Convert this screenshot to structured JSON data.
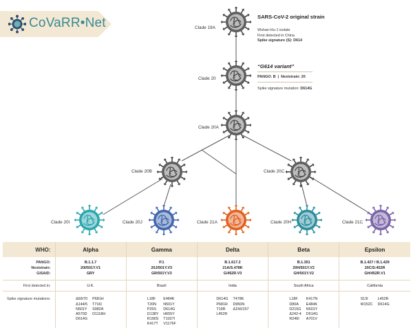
{
  "logo": {
    "text": "CoVaRR•Net"
  },
  "original": {
    "title": "SARS-CoV-2 original strain",
    "lines": [
      "Wuhan-Hu-1 isolate",
      "First detected in China",
      "Spike signature (S): D614"
    ],
    "clade": "Clade 19A"
  },
  "g614": {
    "title": "“G614 variant”",
    "pango_label": "PANGO: B",
    "nextstrain_label": "Nextstrain: 20",
    "spike_label": "Spike signature mutation:",
    "spike_value": "D614G",
    "clade": "Clade 20"
  },
  "clades": {
    "c20a": "Clade 20A",
    "c20b": "Clade 20B",
    "c20c": "Clade 20C",
    "c20i": "Clade 20I",
    "c20j": "Clade 20J",
    "c21a": "Clade 21A",
    "c20h": "Clade 20H",
    "c21c": "Clade 21C"
  },
  "colors": {
    "grey": "#7c7c7c",
    "alpha": "#2aa7ae",
    "gamma": "#4066ad",
    "delta": "#e0601e",
    "beta": "#2b8d9d",
    "epsilon": "#7a63a8",
    "line": "#555555",
    "table_head": "#f3e8d3"
  },
  "table": {
    "who_label": "WHO:",
    "pango_label": "PANGO:",
    "nextstrain_label": "Nextstrain:",
    "gisaid_label": "GISAID:",
    "first_detected_label": "First detected in:",
    "spike_label": "Spike signature mutations:",
    "variants": [
      {
        "name": "Alpha",
        "pango": "B.1.1.7",
        "nextstrain": "20I/501Y.V1",
        "gisaid": "GRY",
        "first_detected": "U.K.",
        "mut_col1": [
          "Δ69/70",
          "Δ144/5",
          "N501Y",
          "A570D",
          "D614G"
        ],
        "mut_col2": [
          "P681H",
          "T716I",
          "S982A",
          "D1118H"
        ]
      },
      {
        "name": "Gamma",
        "pango": "P.1",
        "nextstrain": "20J/501Y.V3",
        "gisaid": "GR/501Y.V3",
        "first_detected": "Brazil",
        "mut_col1": [
          "L18F",
          "T20N",
          "P26S",
          "D138Y",
          "R190S",
          "K417T"
        ],
        "mut_col2": [
          "E484K",
          "N501Y",
          "D614G",
          "H655Y",
          "T1027I",
          "V1176F"
        ]
      },
      {
        "name": "Delta",
        "pango": "B.1.617.2",
        "nextstrain": "21A/S.478K",
        "gisaid": "G/452R.V3",
        "first_detected": "India",
        "mut_col1": [
          "D614G",
          "P681R",
          "T19R",
          "L452R"
        ],
        "mut_col2": [
          "T478K",
          "D950N",
          "Δ156/157"
        ]
      },
      {
        "name": "Beta",
        "pango": "B.1.351",
        "nextstrain": "20H/501Y.V2",
        "gisaid": "GH/501Y.V2",
        "first_detected": "South Africa",
        "mut_col1": [
          "L18F",
          "D80A",
          "D215G",
          "Δ242-4",
          "R246I"
        ],
        "mut_col2": [
          "K417N",
          "E484K",
          "N501Y",
          "D614G",
          "A701V"
        ]
      },
      {
        "name": "Epsilon",
        "pango": "B.1.427 / B.1.429",
        "nextstrain": "20C/S:452R",
        "gisaid": "GH/452R.V1",
        "first_detected": "California",
        "mut_col1": [
          "S13I",
          "W152C"
        ],
        "mut_col2": [
          "L452R",
          "D614G"
        ]
      }
    ]
  }
}
